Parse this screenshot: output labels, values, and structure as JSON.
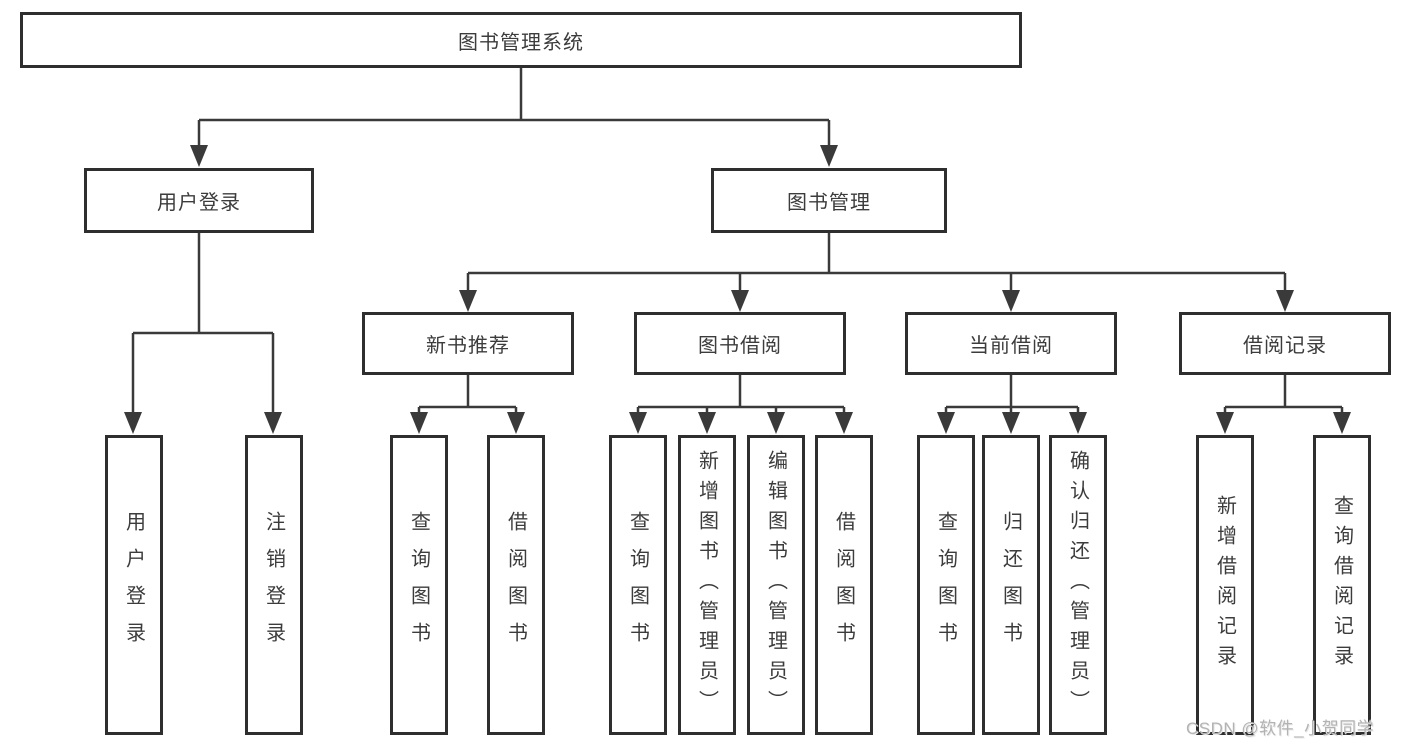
{
  "nodes": {
    "root": "图书管理系统",
    "user_login": "用户登录",
    "book_management": "图书管理",
    "new_book_recommend": "新书推荐",
    "book_borrow": "图书借阅",
    "current_borrow": "当前借阅",
    "borrow_record": "借阅记录",
    "leaf_user_login": "用户登录",
    "leaf_logout": "注销登录",
    "leaf_query_book_1": "查询图书",
    "leaf_borrow_book_1": "借阅图书",
    "leaf_query_book_2": "查询图书",
    "leaf_add_book_admin": "新增图书（管理员）",
    "leaf_edit_book_admin": "编辑图书（管理员）",
    "leaf_borrow_book_2": "借阅图书",
    "leaf_query_book_3": "查询图书",
    "leaf_return_book": "归还图书",
    "leaf_confirm_return_admin": "确认归还（管理员）",
    "leaf_add_borrow_record": "新增借阅记录",
    "leaf_query_borrow_record": "查询借阅记录"
  },
  "watermark": "CSDN @软件_小贺同学",
  "colors": {
    "line": "#3a3a3a",
    "box_border": "#2e2e2e",
    "text": "#3c3c3c",
    "watermark": "#b3b3b3",
    "background": "#ffffff"
  }
}
